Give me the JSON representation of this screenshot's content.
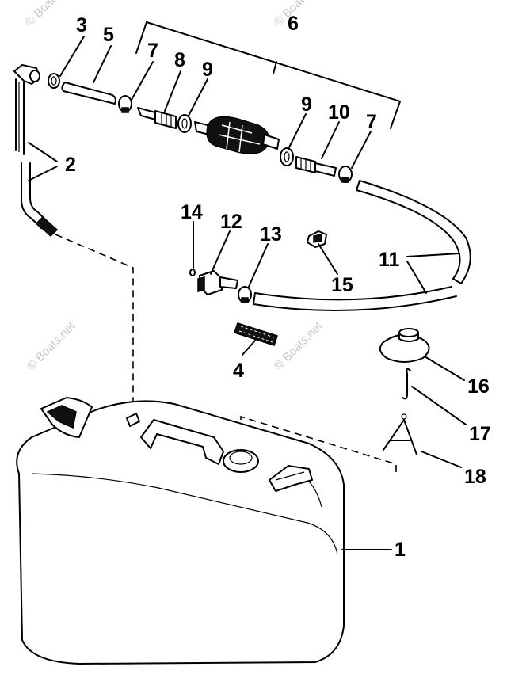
{
  "watermark": "© Boats.net",
  "labels": {
    "p1": "1",
    "p2": "2",
    "p3": "3",
    "p4": "4",
    "p5": "5",
    "p6": "6",
    "p7a": "7",
    "p7b": "7",
    "p8": "8",
    "p9a": "9",
    "p9b": "9",
    "p10": "10",
    "p11": "11",
    "p12": "12",
    "p13": "13",
    "p14": "14",
    "p15": "15",
    "p16": "16",
    "p17": "17",
    "p18": "18"
  }
}
